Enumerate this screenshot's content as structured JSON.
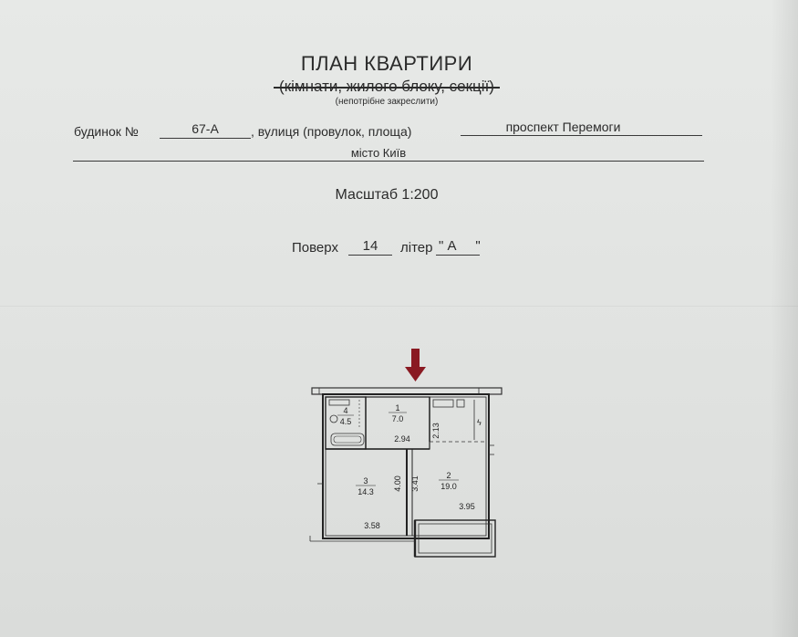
{
  "header": {
    "title": "ПЛАН КВАРТИРИ",
    "subtitle": "(кімнати, жилого блоку, секції)",
    "note": "(непотрібне закреслити)"
  },
  "address": {
    "house_label": "будинок №",
    "house_value": "67-А",
    "street_label": ", вулиця (провулок, площа)",
    "street_value": "проспект  Перемоги",
    "city_value": "місто Київ"
  },
  "scale": {
    "text": "Масштаб 1:200"
  },
  "floor": {
    "floor_label": "Поверх",
    "floor_value": "14",
    "letter_label": "літер",
    "letter_value": "\" А     \""
  },
  "plan": {
    "rooms": [
      {
        "number": "4",
        "area": "4.5"
      },
      {
        "number": "1",
        "area": "7.0"
      },
      {
        "number": "3",
        "area": "14.3"
      },
      {
        "number": "2",
        "area": "19.0"
      }
    ],
    "dimensions": [
      "2.13",
      "2.94",
      "4.00",
      "3.41",
      "3.95",
      "3.58"
    ],
    "arrow_color": "#8a1a22"
  }
}
